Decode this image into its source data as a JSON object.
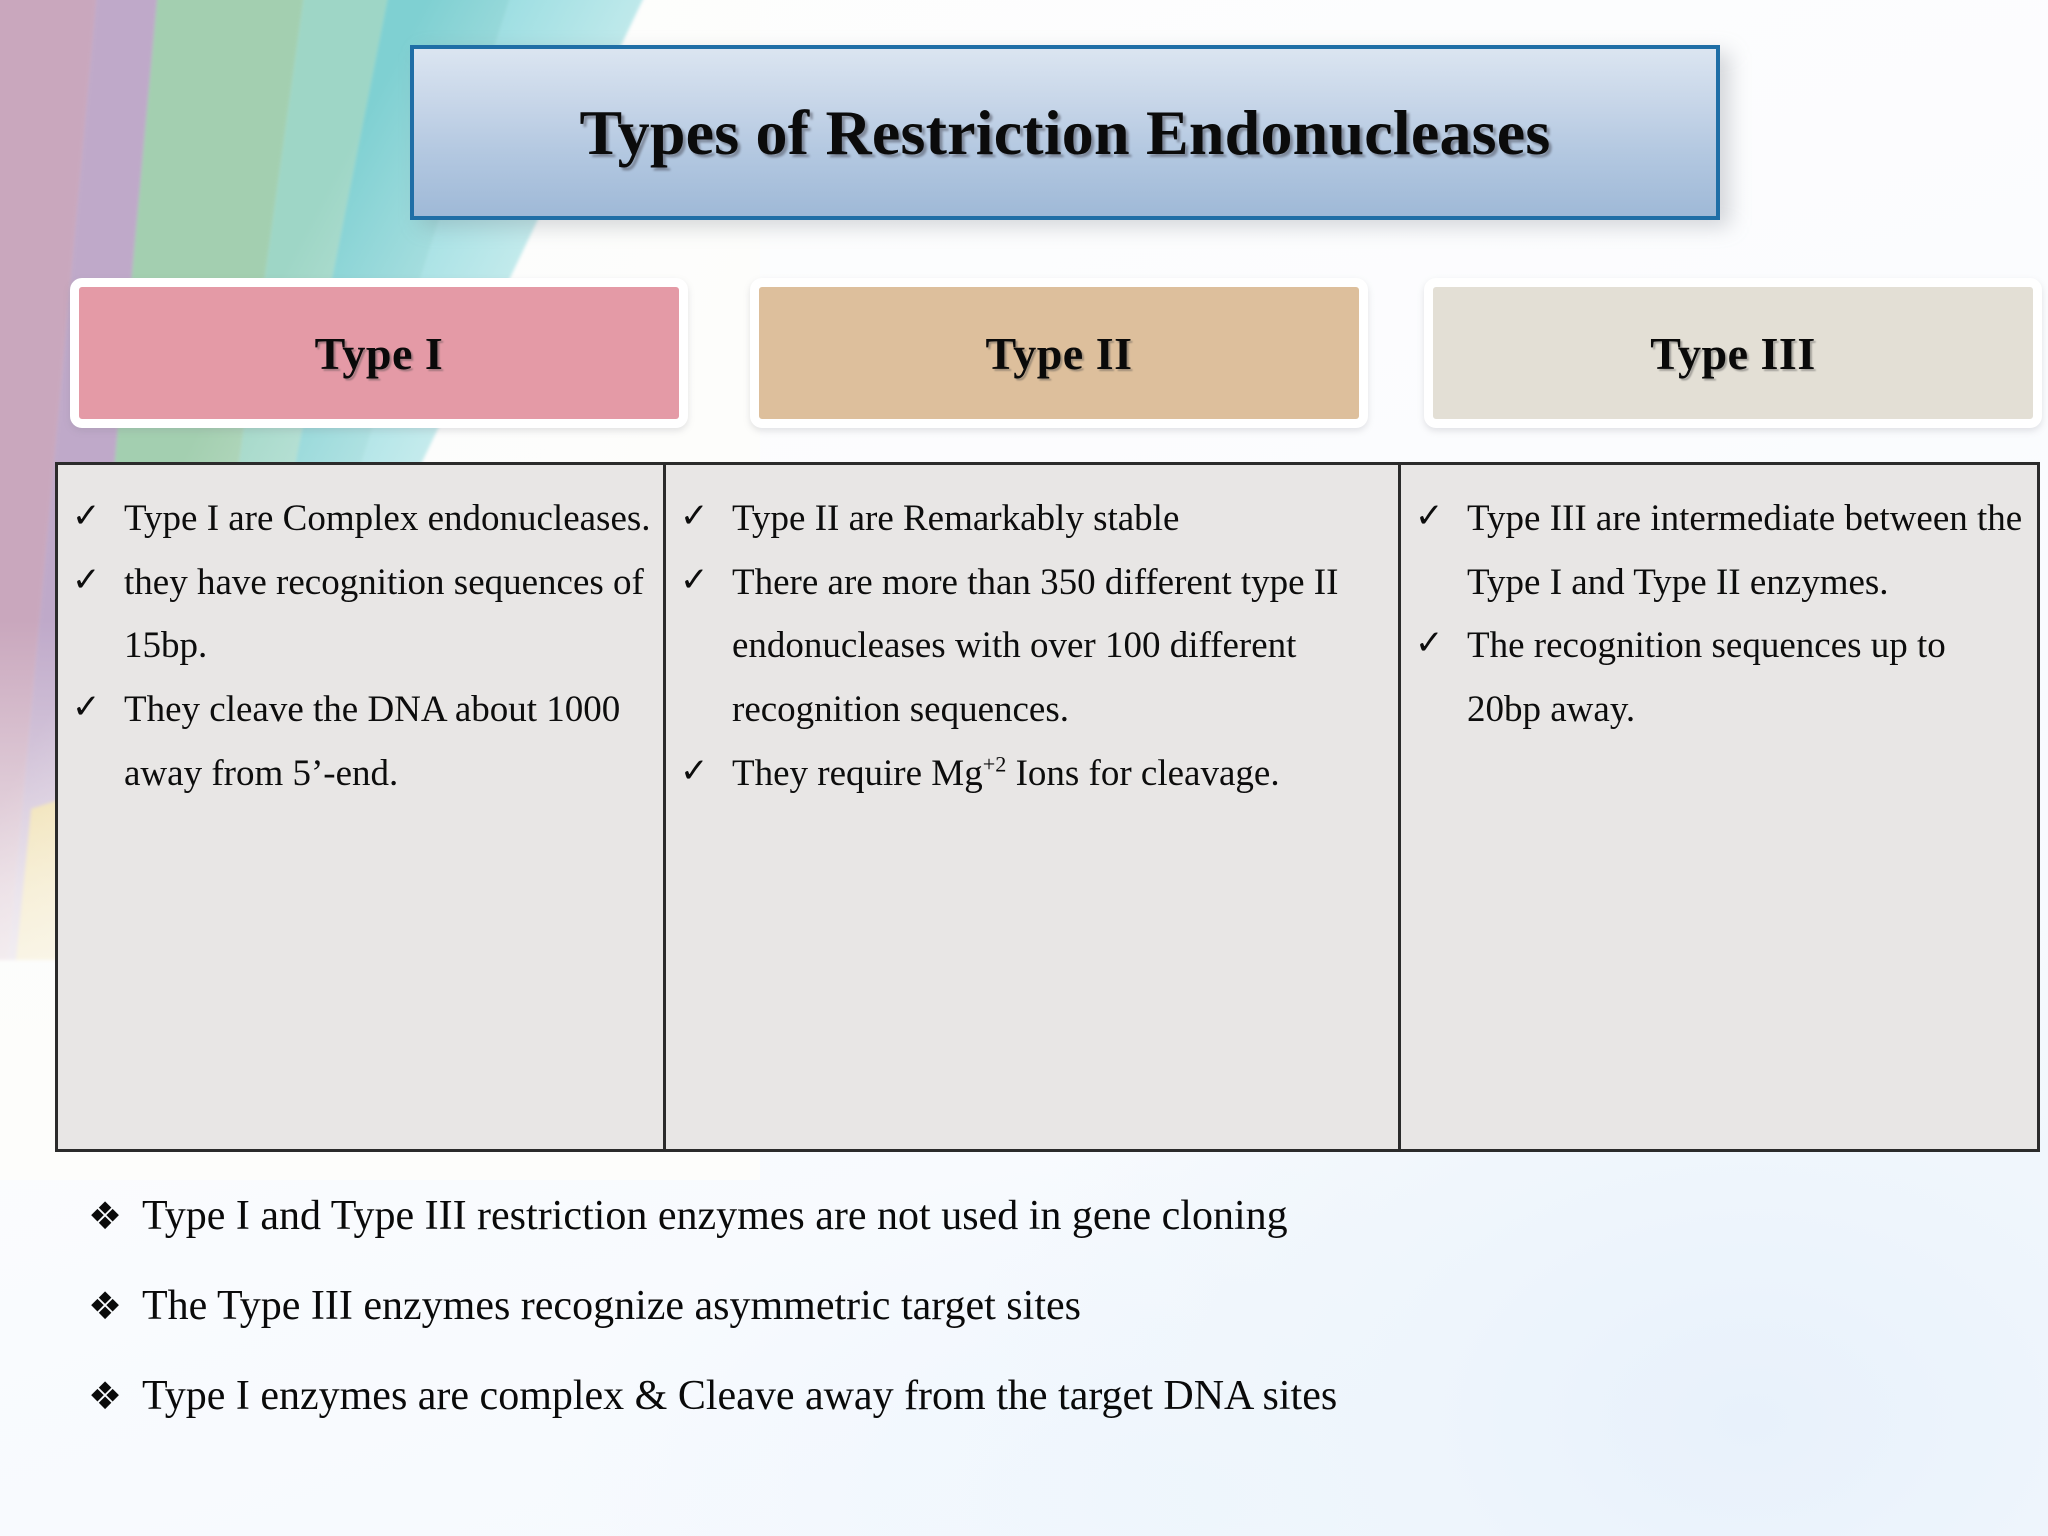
{
  "slide": {
    "title": "Types of Restriction Endonucleases",
    "background_style": "pastel-pinwheel-fan",
    "colors": {
      "title_banner_border": "#1f6ea6",
      "title_banner_fill": "#b2c7e0",
      "type1_box": "#e49aa6",
      "type2_box": "#ddbf9c",
      "type3_box": "#e3dfd5",
      "table_fill": "#e8e6e5",
      "table_border": "#2b2b2b",
      "text": "#0d0d0d"
    }
  },
  "columns": [
    {
      "header": "Type I",
      "bullet_marker": "✓",
      "bullets": [
        " Type I are Complex endonucleases.",
        "they have recognition sequences of 15bp.",
        " They cleave the DNA about 1000 away from 5’-end."
      ]
    },
    {
      "header": "Type II",
      "bullet_marker": "✓",
      "bullets": [
        "Type II are Remarkably stable",
        " There are more than 350 different type II endonucleases with over 100 different recognition sequences.",
        {
          "pre": " They require Mg",
          "sup": "+2",
          "post": " Ions for cleavage."
        }
      ]
    },
    {
      "header": "Type III",
      "bullet_marker": "✓",
      "bullets": [
        "Type III are intermediate between the Type I and Type II enzymes.",
        " The recognition sequences up to 20bp away."
      ]
    }
  ],
  "notes": {
    "marker": "❖",
    "items": [
      "Type I and Type III restriction enzymes are not used in gene cloning",
      "The Type III enzymes recognize asymmetric target sites",
      "Type I enzymes are complex & Cleave away from the target DNA sites"
    ]
  }
}
